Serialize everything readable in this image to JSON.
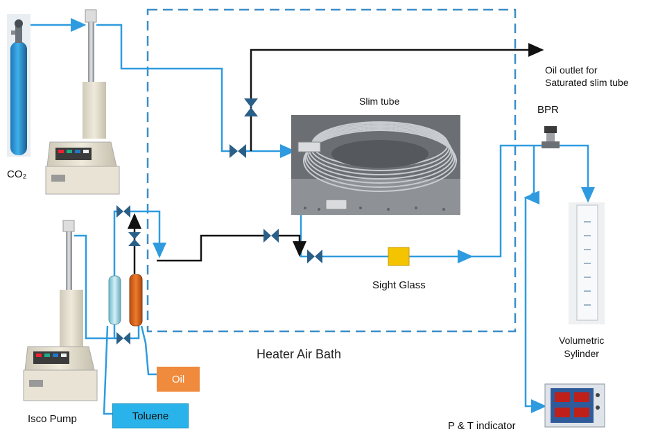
{
  "labels": {
    "co2": "CO₂",
    "isco_pump": "Isco Pump",
    "oil": "Oil",
    "toluene": "Toluene",
    "heater_air_bath": "Heater Air Bath",
    "slim_tube": "Slim tube",
    "sight_glass": "Sight Glass",
    "bpr": "BPR",
    "oil_outlet": "Oil outlet for\nSaturated slim tube",
    "volumetric_cylinder": "Volumetric\nSylinder",
    "pt_indicator": "P & T indicator"
  },
  "colors": {
    "pipe_blue": "#2e9be0",
    "pipe_black": "#111111",
    "oil_box": "#f08a3c",
    "toluene_box": "#2ab3ea",
    "dashed_border": "#3a8ec8",
    "sight_glass": "#f5c400",
    "valve": "#2a5f88"
  },
  "icons": [
    "co2-cylinder-icon",
    "isco-pump-icon",
    "valve-icon",
    "slim-tube-coil-icon",
    "bpr-icon",
    "volumetric-cylinder-icon",
    "pt-indicator-icon",
    "sight-glass-icon",
    "oil-column-icon",
    "toluene-column-icon"
  ]
}
